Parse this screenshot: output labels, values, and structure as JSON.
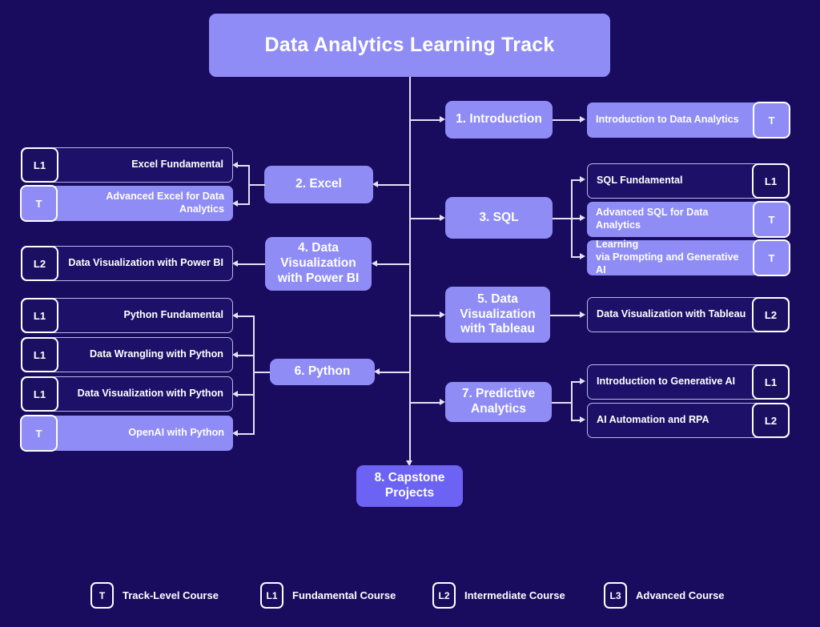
{
  "diagram": {
    "title": "Data Analytics Learning Track",
    "background_color": "#190c5e",
    "accent_color": "#8f8cf5",
    "capstone_color": "#6c63f5",
    "line_color": "#e3e1f5"
  },
  "topics": {
    "introduction": "1. Introduction",
    "excel": "2. Excel",
    "sql": "3. SQL",
    "powerbi": "4. Data\nVisualization\nwith Power BI",
    "tableau": "5. Data\nVisualization\nwith Tableau",
    "python": "6. Python",
    "predictive": "7. Predictive\nAnalytics",
    "capstone": "8. Capstone\nProjects"
  },
  "courses": {
    "introduction": [
      {
        "title": "Introduction to Data Analytics",
        "level": "T",
        "style": "filled"
      }
    ],
    "excel": [
      {
        "title": "Excel Fundamental",
        "level": "L1",
        "style": "outline"
      },
      {
        "title": "Advanced Excel for Data Analytics",
        "level": "T",
        "style": "filled"
      }
    ],
    "sql": [
      {
        "title": "SQL Fundamental",
        "level": "L1",
        "style": "outline"
      },
      {
        "title": "Advanced SQL for Data Analytics",
        "level": "T",
        "style": "filled"
      },
      {
        "title": "Learning\nvia Prompting and Generative AI",
        "level": "T",
        "style": "filled"
      }
    ],
    "powerbi": [
      {
        "title": "Data Visualization with Power BI",
        "level": "L2",
        "style": "outline"
      }
    ],
    "tableau": [
      {
        "title": "Data Visualization with Tableau",
        "level": "L2",
        "style": "outline"
      }
    ],
    "python": [
      {
        "title": "Python Fundamental",
        "level": "L1",
        "style": "outline"
      },
      {
        "title": "Data Wrangling with Python",
        "level": "L1",
        "style": "outline"
      },
      {
        "title": "Data Visualization with Python",
        "level": "L1",
        "style": "outline"
      },
      {
        "title": "OpenAI with Python",
        "level": "T",
        "style": "filled"
      }
    ],
    "predictive": [
      {
        "title": "Introduction to Generative AI",
        "level": "L1",
        "style": "outline"
      },
      {
        "title": "AI Automation and RPA",
        "level": "L2",
        "style": "outline"
      }
    ]
  },
  "legend": [
    {
      "badge": "T",
      "label": "Track-Level Course"
    },
    {
      "badge": "L1",
      "label": "Fundamental Course"
    },
    {
      "badge": "L2",
      "label": "Intermediate Course"
    },
    {
      "badge": "L3",
      "label": "Advanced Course"
    }
  ]
}
